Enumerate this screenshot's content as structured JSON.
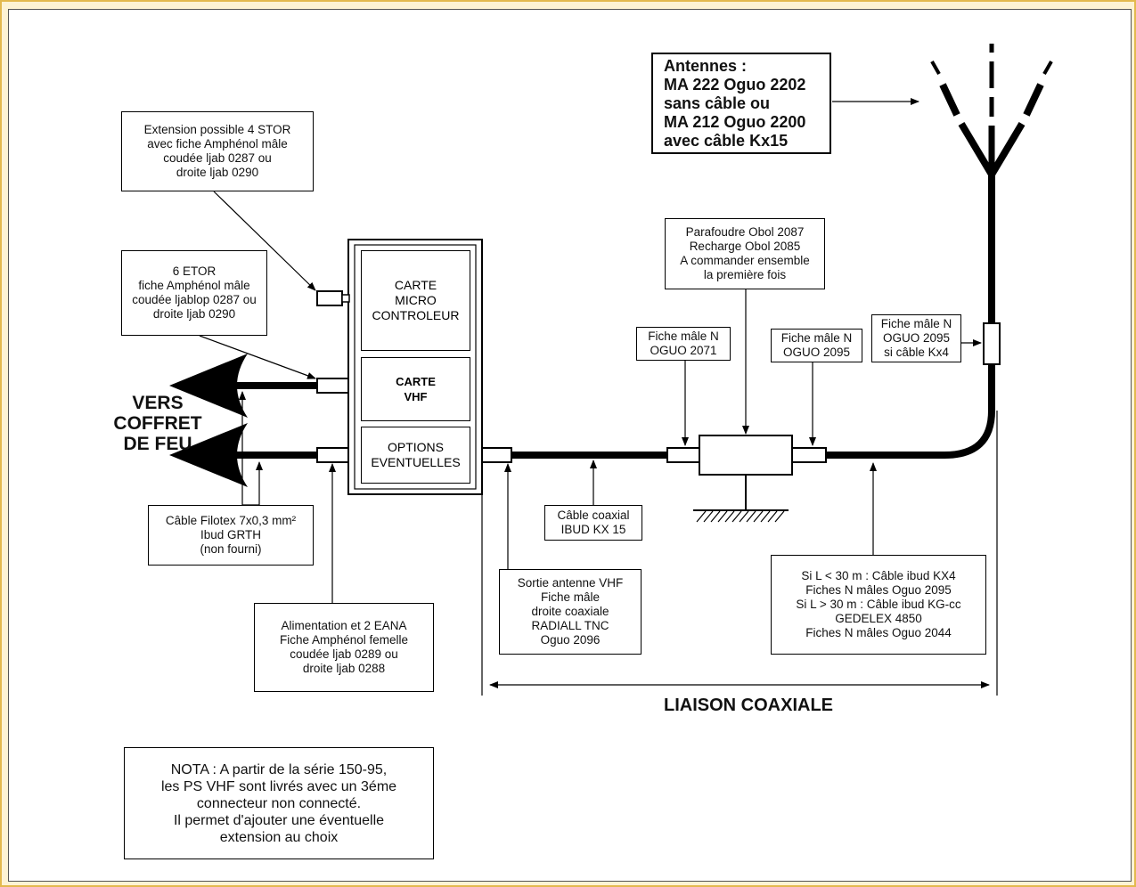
{
  "antennas_box": "Antennes :\nMA 222 Oguo 2202\nsans câble ou\nMA 212 Oguo 2200\navec câble Kx15",
  "stor_box": "Extension possible 4 STOR\navec fiche Amphénol mâle\ncoudée ljab 0287 ou\ndroite ljab 0290",
  "etor_box": "6 ETOR\nfiche Amphénol mâle\ncoudée ljablop 0287 ou\ndroite ljab 0290",
  "unit": {
    "micro": "CARTE\nMICRO\nCONTROLEUR",
    "vhf": "CARTE\nVHF",
    "options": "OPTIONS\nEVENTUELLES"
  },
  "vers_coffret": "VERS\nCOFFRET\nDE FEU",
  "filotex_box": "Câble Filotex 7x0,3 mm²\nIbud GRTH\n(non fourni)",
  "alimentation_box": "Alimentation et 2 EANA\nFiche Amphénol femelle\ncoudée ljab 0289 ou\ndroite ljab 0288",
  "parafoudre_box": "Parafoudre Obol 2087\nRecharge Obol 2085\nA commander ensemble\nla première fois",
  "fiche_2071_box": "Fiche mâle N\nOGUO 2071",
  "fiche_2095_box": "Fiche mâle N\nOGUO 2095",
  "fiche_kx4_box": "Fiche mâle N\nOGUO 2095\nsi câble Kx4",
  "coaxial_box": "Câble coaxial\nIBUD KX 15",
  "sortie_box": "Sortie antenne VHF\nFiche mâle\ndroite coaxiale\nRADIALL TNC\nOguo 2096",
  "cable_choice_box": "Si L < 30 m : Câble ibud KX4\nFiches N mâles Oguo 2095\nSi L > 30 m : Câble ibud KG-cc\nGEDELEX 4850\nFiches N mâles Oguo 2044",
  "liaison_label": "LIAISON COAXIALE",
  "nota_box": "NOTA : A partir de la série 150-95,\nles PS VHF sont livrés avec un 3éme\nconnecteur non connecté.\nIl permet d'ajouter une éventuelle\nextension au choix",
  "colors": {
    "frame": "#e3b94e",
    "background": "#fdf3d4",
    "ink": "#000000"
  }
}
